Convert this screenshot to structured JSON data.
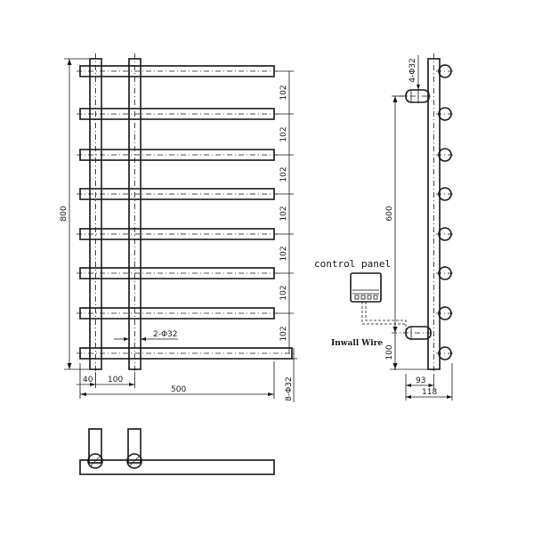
{
  "front_view": {
    "dim_total_height": "800",
    "dim_spacing": [
      "102",
      "102",
      "102",
      "102",
      "102",
      "102",
      "102"
    ],
    "dim_tube": "2-Φ32",
    "dim_offset": "40",
    "dim_post_gap": "100",
    "dim_width": "500",
    "dim_bar_diameter": "8-Φ32"
  },
  "side_view": {
    "dim_pipe": "4-Φ32",
    "dim_span": "600",
    "dim_bottom": "100",
    "dim_depth_inner": "93",
    "dim_depth_outer": "118",
    "label_control_panel": "control panel",
    "label_wire": "Inwall Wire"
  }
}
